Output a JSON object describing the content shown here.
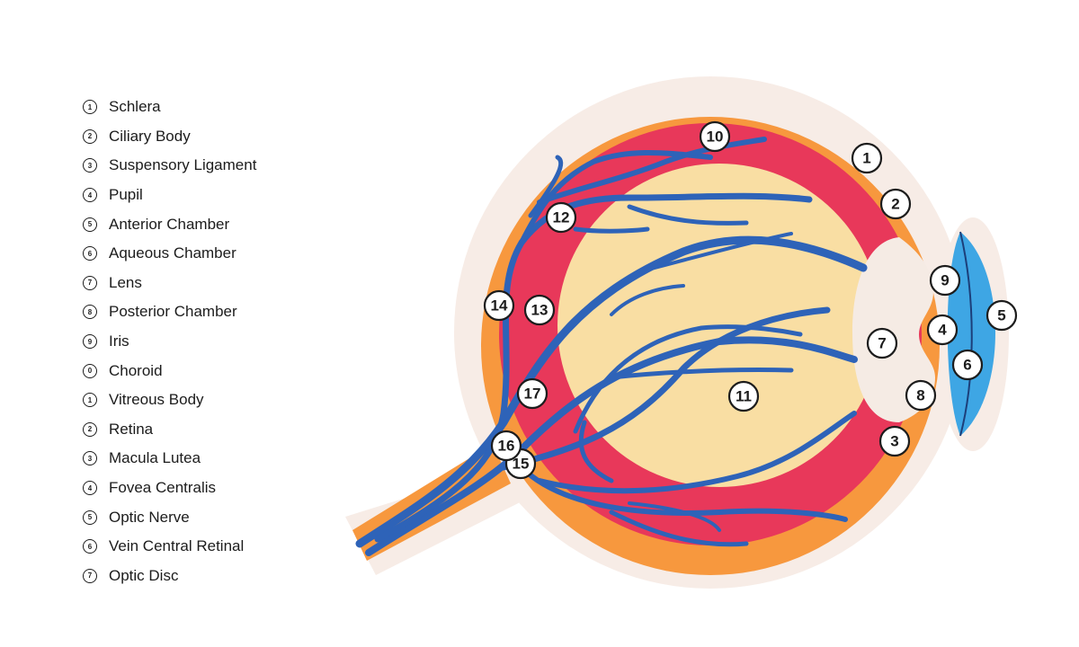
{
  "legend": [
    {
      "num": "1",
      "label": "Schlera"
    },
    {
      "num": "2",
      "label": "Ciliary Body"
    },
    {
      "num": "3",
      "label": "Suspensory Ligament"
    },
    {
      "num": "4",
      "label": "Pupil"
    },
    {
      "num": "5",
      "label": "Anterior Chamber"
    },
    {
      "num": "6",
      "label": "Aqueous Chamber"
    },
    {
      "num": "7",
      "label": "Lens"
    },
    {
      "num": "8",
      "label": "Posterior Chamber"
    },
    {
      "num": "9",
      "label": "Iris"
    },
    {
      "num": "0",
      "label": "Choroid"
    },
    {
      "num": "1",
      "label": "Vitreous Body"
    },
    {
      "num": "2",
      "label": "Retina"
    },
    {
      "num": "3",
      "label": "Macula Lutea"
    },
    {
      "num": "4",
      "label": "Fovea Centralis"
    },
    {
      "num": "5",
      "label": "Optic Nerve"
    },
    {
      "num": "6",
      "label": "Vein Central Retinal"
    },
    {
      "num": "7",
      "label": "Optic Disc"
    }
  ],
  "markers": [
    "1",
    "2",
    "3",
    "4",
    "5",
    "6",
    "7",
    "8",
    "9",
    "10",
    "11",
    "12",
    "13",
    "14",
    "15",
    "16",
    "17"
  ],
  "colors": {
    "halo": "#f7ece6",
    "sclera": "#f7983e",
    "choroid": "#e8385a",
    "vitreous": "#f9dea3",
    "lens": "#f5ebe4",
    "cornea": "#3ea6e4",
    "vessel": "#2e63b8"
  }
}
